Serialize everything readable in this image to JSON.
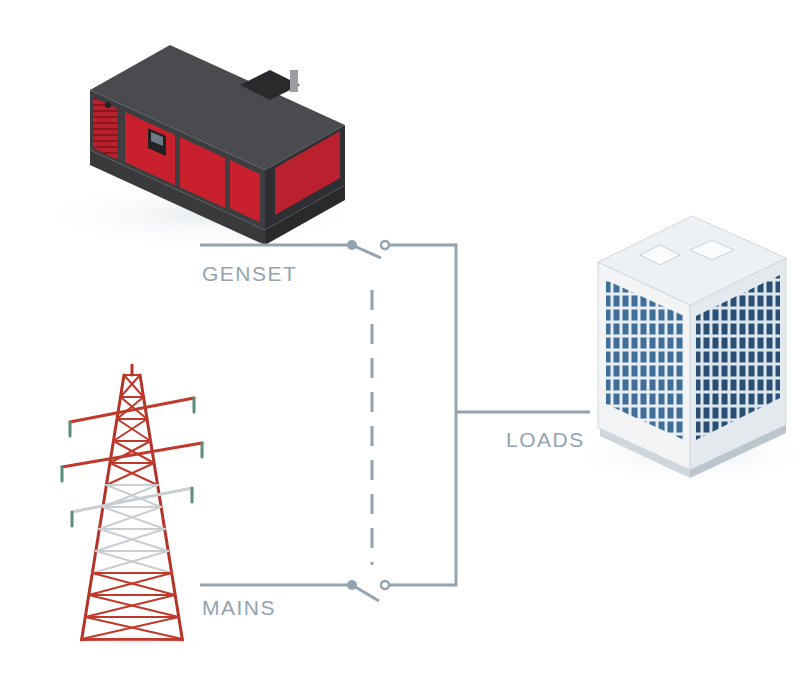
{
  "diagram": {
    "labels": [
      "GENSET",
      "MAINS",
      "LOADS"
    ]
  }
}
